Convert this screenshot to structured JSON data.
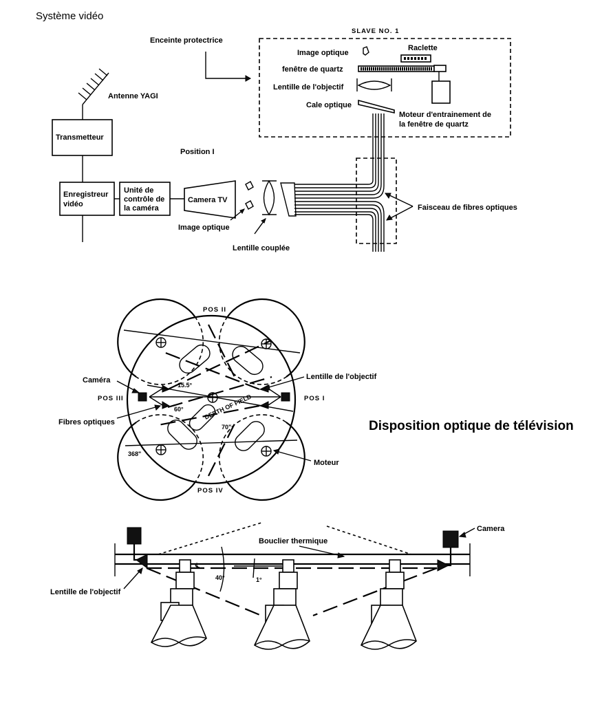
{
  "video_system": {
    "title": "Système vidéo",
    "antenna": "Antenne YAGI",
    "transmitter": "Transmetteur",
    "recorder_line1": "Enregistreur",
    "recorder_line2": "vidéo",
    "ccu_line1": "Unité de",
    "ccu_line2": "contrôle de",
    "ccu_line3": "la caméra",
    "camera_tv": "Camera TV",
    "optical_image": "Image optique",
    "coupled_lens": "Lentille couplée",
    "position": "Position I",
    "fiber_bundle": "Faisceau de fibres optiques",
    "enclosure": "Enceinte protectrice",
    "slave": {
      "title": "SLAVE NO. 1",
      "optical_image": "Image optique",
      "scraper": "Raclette",
      "quartz_window": "fenêtre de quartz",
      "objective_lens": "Lentille de l'objectif",
      "optical_wedge": "Cale optique",
      "motor_line1": "Moteur d'entrainement de",
      "motor_line2": "la fenêtre de quartz"
    }
  },
  "layout_diagram": {
    "title": "Disposition optique de télévision",
    "pos_1": "POS I",
    "pos_2": "POS II",
    "pos_3": "POS III",
    "pos_4": "POS IV",
    "camera": "Caméra",
    "fibers": "Fibres optiques",
    "objective_lens": "Lentille de l'objectif",
    "motor": "Moteur",
    "depth_of_field": "DEPTH OF FIELD",
    "angle_1": "15.5°",
    "angle_2": "60°",
    "dim_70": "70\"",
    "dim_368": "368\""
  },
  "side_view": {
    "heat_shield": "Bouclier thermique",
    "camera": "Camera",
    "objective_lens": "Lentille de l'objectif",
    "angle_40": "40°",
    "angle_1": "1°"
  }
}
